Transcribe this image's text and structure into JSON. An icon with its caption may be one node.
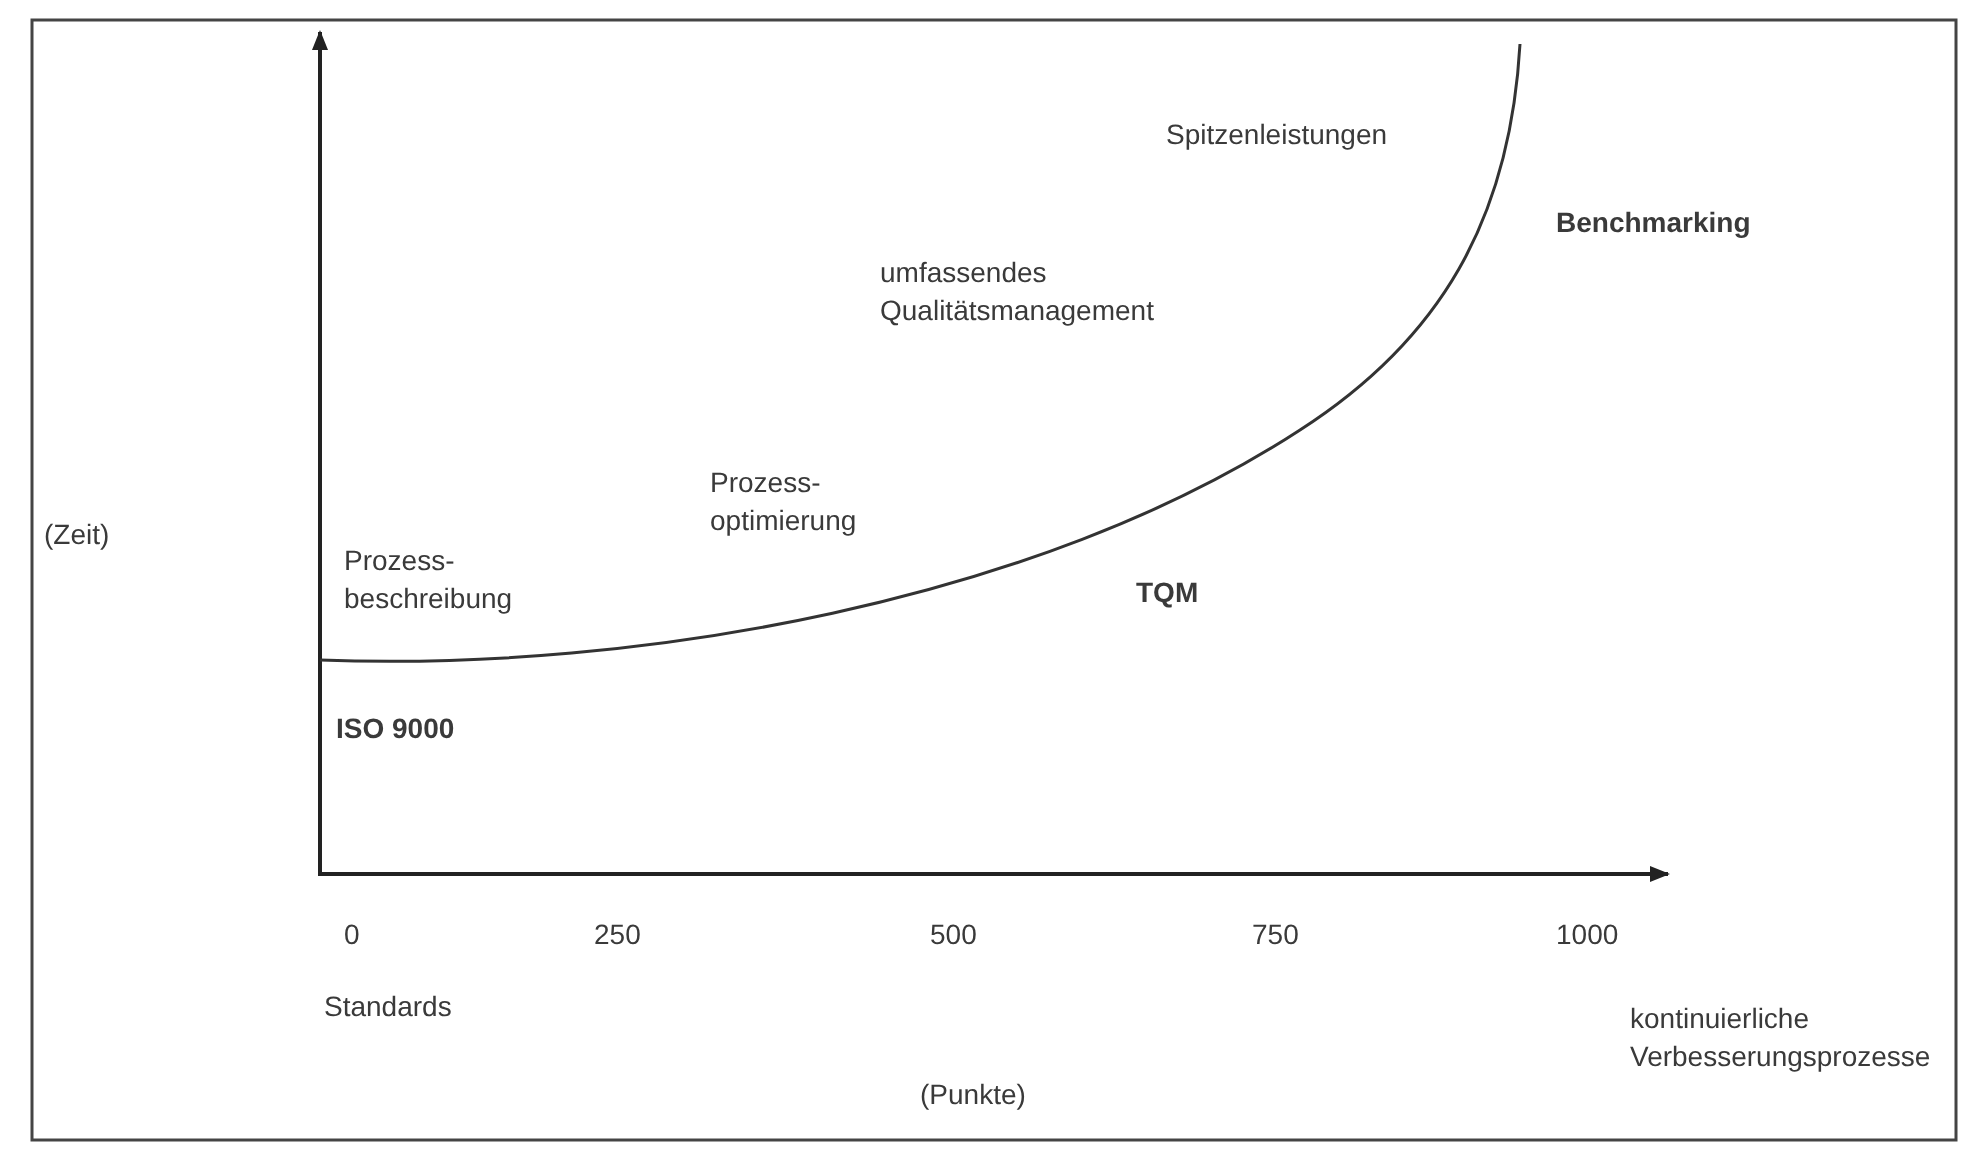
{
  "diagram": {
    "labels": [
      "Spitzenleistungen",
      "Benchmarking",
      "umfassendes Qualitätsmanagement",
      "Prozess- optimierung",
      "(Zeit)",
      "Prozess- beschreibung",
      "TQM",
      "ISO 9000",
      "0",
      "250",
      "500",
      "750",
      "1000",
      "Standards",
      "kontinuierliche Verbesserungsprozesse",
      "(Punkte)"
    ]
  }
}
